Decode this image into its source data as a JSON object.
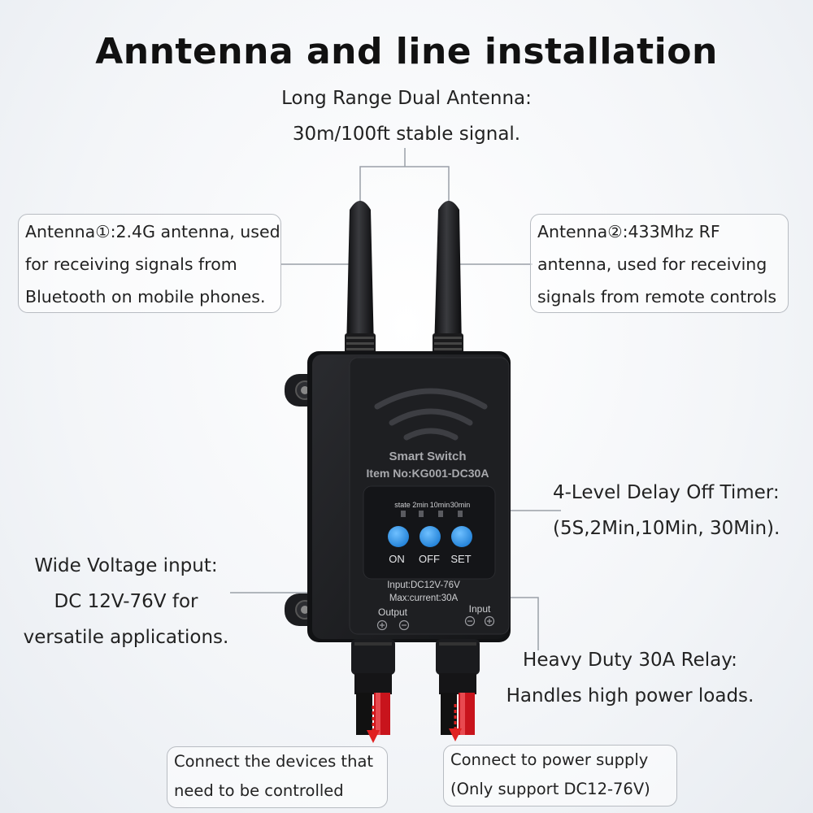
{
  "title": "Anntenna and line installation",
  "antenna_header": {
    "line1": "Long Range Dual Antenna:",
    "line2": "30m/100ft stable signal."
  },
  "antenna1": {
    "line1": "Antenna①:2.4G antenna, used",
    "line2": "for receiving signals from",
    "line3": "Bluetooth on mobile phones."
  },
  "antenna2": {
    "line1": "Antenna②:433Mhz RF",
    "line2": "antenna, used for receiving",
    "line3": "signals from remote controls"
  },
  "timer": {
    "line1": "4-Level Delay Off Timer:",
    "line2": "(5S,2Min,10Min, 30Min)."
  },
  "voltage": {
    "line1": "Wide Voltage input:",
    "line2": "DC 12V-76V for",
    "line3": "versatile applications."
  },
  "relay": {
    "line1": "Heavy Duty 30A Relay:",
    "line2": "Handles high power loads."
  },
  "output_box": {
    "line1": "Connect the devices that",
    "line2": "need to be controlled"
  },
  "input_box": {
    "line1": "Connect to power supply",
    "line2": "(Only support DC12-76V)"
  },
  "device": {
    "name": "Smart Switch",
    "item_no": "Item No:KG001-DC30A",
    "led_labels": {
      "state": "state",
      "t2": "2min",
      "t10": "10min",
      "t30": "30min"
    },
    "buttons": {
      "on": "ON",
      "off": "OFF",
      "set": "SET"
    },
    "spec_input": "Input:DC12V-76V",
    "spec_current": "Max:current:30A",
    "output_label": "Output",
    "input_label": "Input"
  },
  "colors": {
    "device_body": "#1c1d20",
    "button_blue": "#2f8fe0",
    "arrow_red": "#e02020",
    "cable_red": "#c8141c"
  }
}
